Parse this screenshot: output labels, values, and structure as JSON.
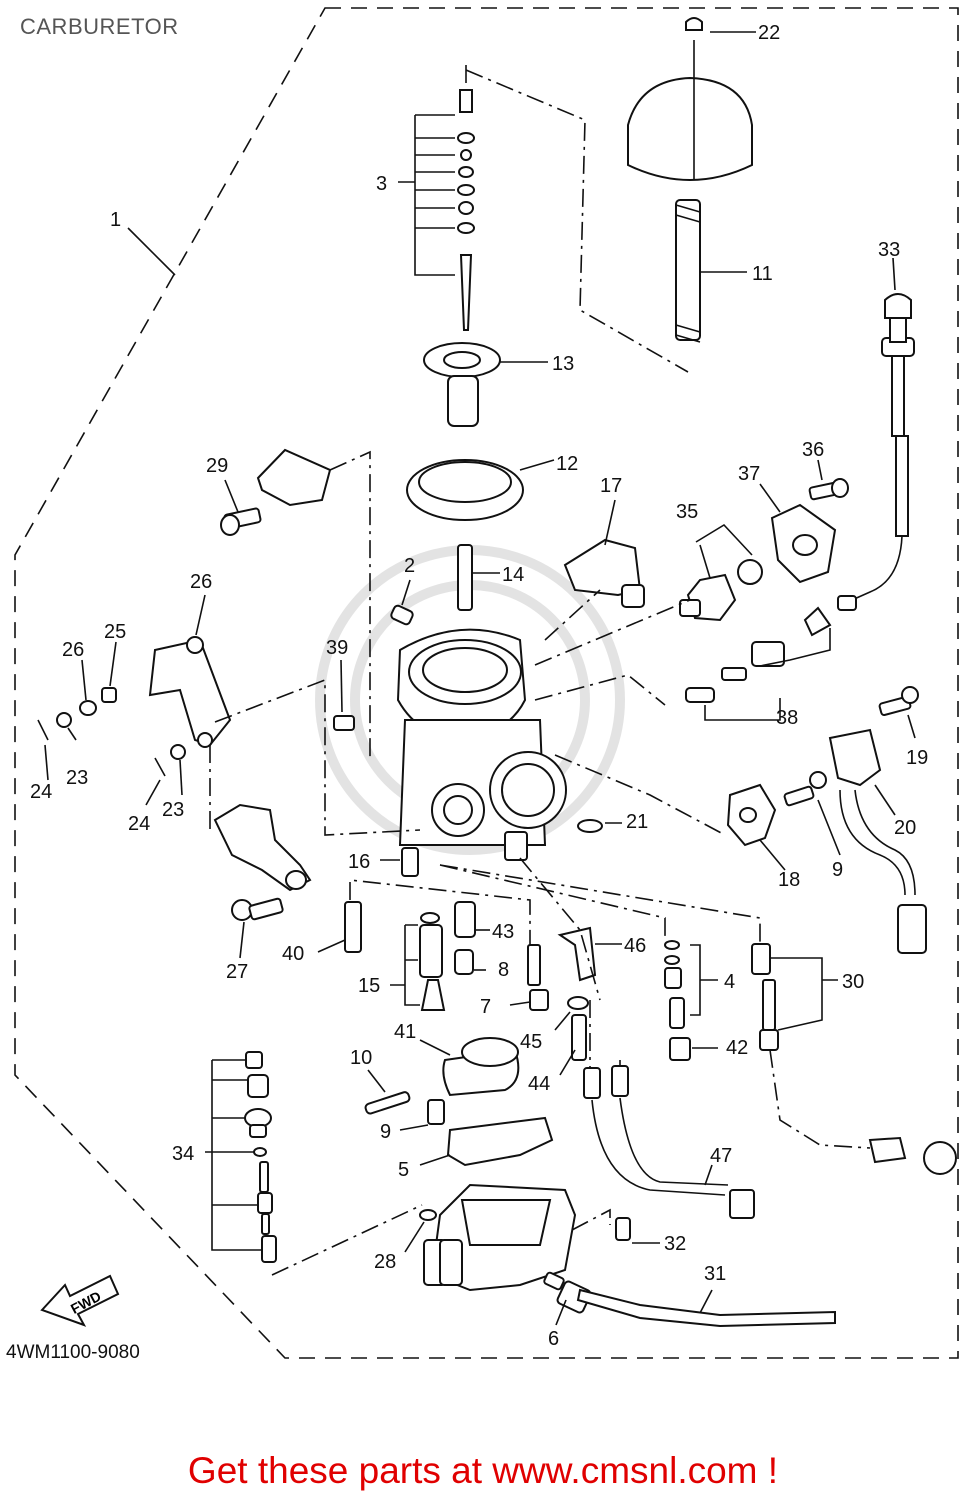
{
  "page": {
    "title": "CARBURETOR",
    "diagram_code": "4WM1100-9080",
    "fwd_label": "FWD",
    "promo": "Get these parts at www.cmsnl.com !"
  },
  "callouts": [
    {
      "id": "c1",
      "text": "1"
    },
    {
      "id": "c2",
      "text": "2"
    },
    {
      "id": "c3",
      "text": "3"
    },
    {
      "id": "c4",
      "text": "4"
    },
    {
      "id": "c5",
      "text": "5"
    },
    {
      "id": "c6",
      "text": "6"
    },
    {
      "id": "c7",
      "text": "7"
    },
    {
      "id": "c8",
      "text": "8"
    },
    {
      "id": "c9a",
      "text": "9"
    },
    {
      "id": "c9b",
      "text": "9"
    },
    {
      "id": "c10",
      "text": "10"
    },
    {
      "id": "c11",
      "text": "11"
    },
    {
      "id": "c12",
      "text": "12"
    },
    {
      "id": "c13",
      "text": "13"
    },
    {
      "id": "c14",
      "text": "14"
    },
    {
      "id": "c15",
      "text": "15"
    },
    {
      "id": "c16",
      "text": "16"
    },
    {
      "id": "c17",
      "text": "17"
    },
    {
      "id": "c18",
      "text": "18"
    },
    {
      "id": "c19",
      "text": "19"
    },
    {
      "id": "c20",
      "text": "20"
    },
    {
      "id": "c21",
      "text": "21"
    },
    {
      "id": "c22",
      "text": "22"
    },
    {
      "id": "c23a",
      "text": "23"
    },
    {
      "id": "c23b",
      "text": "23"
    },
    {
      "id": "c24a",
      "text": "24"
    },
    {
      "id": "c24b",
      "text": "24"
    },
    {
      "id": "c25",
      "text": "25"
    },
    {
      "id": "c26a",
      "text": "26"
    },
    {
      "id": "c26b",
      "text": "26"
    },
    {
      "id": "c27",
      "text": "27"
    },
    {
      "id": "c28",
      "text": "28"
    },
    {
      "id": "c29",
      "text": "29"
    },
    {
      "id": "c30",
      "text": "30"
    },
    {
      "id": "c31",
      "text": "31"
    },
    {
      "id": "c32",
      "text": "32"
    },
    {
      "id": "c33",
      "text": "33"
    },
    {
      "id": "c34",
      "text": "34"
    },
    {
      "id": "c35",
      "text": "35"
    },
    {
      "id": "c36",
      "text": "36"
    },
    {
      "id": "c37",
      "text": "37"
    },
    {
      "id": "c38",
      "text": "38"
    },
    {
      "id": "c39",
      "text": "39"
    },
    {
      "id": "c40",
      "text": "40"
    },
    {
      "id": "c41",
      "text": "41"
    },
    {
      "id": "c42",
      "text": "42"
    },
    {
      "id": "c43",
      "text": "43"
    },
    {
      "id": "c44",
      "text": "44"
    },
    {
      "id": "c45",
      "text": "45"
    },
    {
      "id": "c46",
      "text": "46"
    },
    {
      "id": "c47",
      "text": "47"
    }
  ],
  "colors": {
    "promo": "#e00000",
    "title": "#555555",
    "ink": "#111111",
    "watermark": "#dddddd"
  }
}
